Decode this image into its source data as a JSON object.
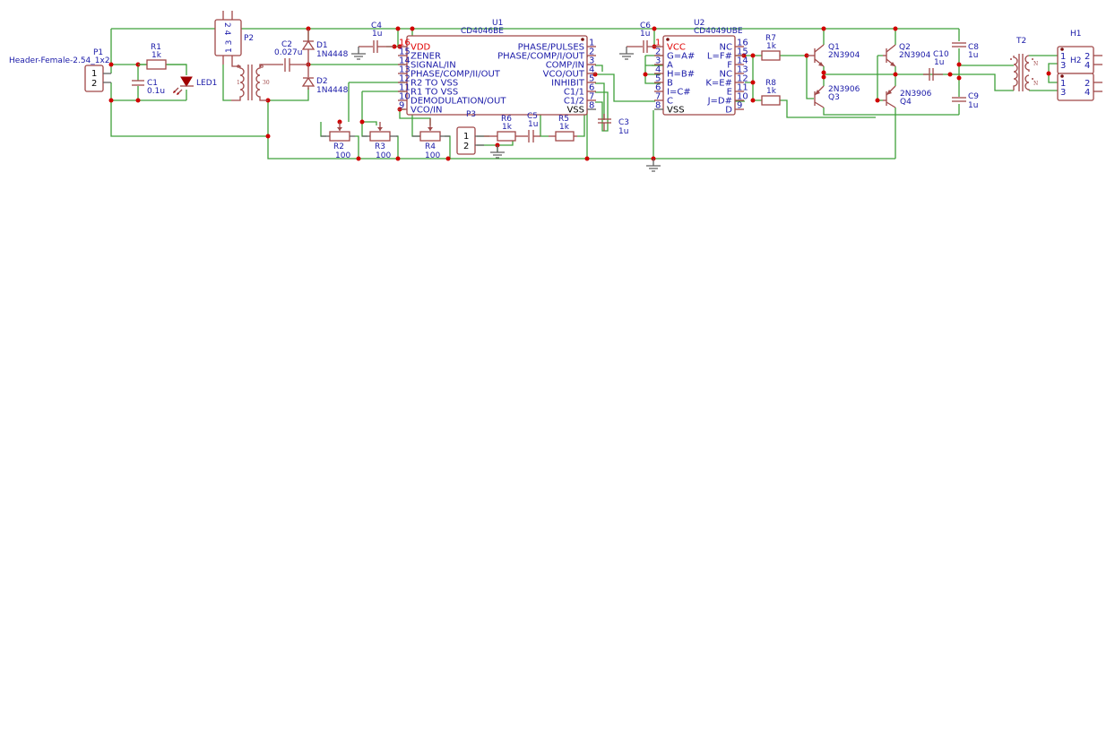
{
  "colors": {
    "wire": "#3fa03a",
    "symbol": "#a04848",
    "junction": "#d00000",
    "label": "#1a1aa8",
    "power_pin": "#e00000"
  },
  "components": {
    "P1": {
      "ref": "P1",
      "value": "Header-Female-2.54_1x2",
      "pins": [
        "1",
        "2"
      ]
    },
    "P2": {
      "ref": "P2",
      "pins_top": "2 4",
      "pins_bottom": "1 3"
    },
    "P3": {
      "ref": "P3",
      "pins": [
        "1",
        "2"
      ]
    },
    "R1": {
      "ref": "R1",
      "value": "1k"
    },
    "C1": {
      "ref": "C1",
      "value": "0.1u"
    },
    "LED1": {
      "ref": "LED1"
    },
    "T1": {
      "primary": "1",
      "secondary": "30"
    },
    "C2": {
      "ref": "C2",
      "value": "0.027u"
    },
    "D1": {
      "ref": "D1",
      "value": "1N4448"
    },
    "D2": {
      "ref": "D2",
      "value": "1N4448"
    },
    "C4": {
      "ref": "C4",
      "value": "1u"
    },
    "R2": {
      "ref": "R2",
      "value": "100"
    },
    "R3": {
      "ref": "R3",
      "value": "100"
    },
    "R4": {
      "ref": "R4",
      "value": "100"
    },
    "R5": {
      "ref": "R5",
      "value": "1k"
    },
    "R6": {
      "ref": "R6",
      "value": "1k"
    },
    "C5": {
      "ref": "C5",
      "value": "1u"
    },
    "C3": {
      "ref": "C3",
      "value": "1u"
    },
    "C6": {
      "ref": "C6",
      "value": "1u"
    },
    "R7": {
      "ref": "R7",
      "value": "1k"
    },
    "R8": {
      "ref": "R8",
      "value": "1k"
    },
    "Q1": {
      "ref": "Q1",
      "value": "2N3904"
    },
    "Q2": {
      "ref": "Q2",
      "value": "2N3904"
    },
    "Q3": {
      "ref": "Q3",
      "value": "2N3906"
    },
    "Q4": {
      "ref": "Q4",
      "value": "2N3906"
    },
    "C8": {
      "ref": "C8",
      "value": "1u"
    },
    "C9": {
      "ref": "C9",
      "value": "1u"
    },
    "C10": {
      "ref": "C10",
      "value": "1u"
    },
    "T2": {
      "ref": "T2",
      "winding": "N"
    },
    "H1": {
      "ref": "H1",
      "ref2": "H2",
      "pins": [
        "1",
        "3",
        "2",
        "4"
      ]
    }
  },
  "U1": {
    "ref": "U1",
    "value": "CD4046BE",
    "left": [
      {
        "num": "16",
        "name": "VDD",
        "power": true
      },
      {
        "num": "15",
        "name": "ZENER"
      },
      {
        "num": "14",
        "name": "SIGNAL/IN"
      },
      {
        "num": "13",
        "name": "PHASE/COMP/II/OUT"
      },
      {
        "num": "12",
        "name": "R2 TO VSS"
      },
      {
        "num": "11",
        "name": "R1 TO VSS"
      },
      {
        "num": "10",
        "name": "DEMODULATION/OUT"
      },
      {
        "num": "9",
        "name": "VCO/IN"
      }
    ],
    "right": [
      {
        "num": "1",
        "name": "PHASE/PULSES"
      },
      {
        "num": "2",
        "name": "PHASE/COMP/I/OUT"
      },
      {
        "num": "3",
        "name": "COMP/IN"
      },
      {
        "num": "4",
        "name": "VCO/OUT"
      },
      {
        "num": "5",
        "name": "INHIBIT"
      },
      {
        "num": "6",
        "name": "C1/1"
      },
      {
        "num": "7",
        "name": "C1/2"
      },
      {
        "num": "8",
        "name": "VSS",
        "ground": true
      }
    ]
  },
  "U2": {
    "ref": "U2",
    "value": "CD4049UBE",
    "left": [
      {
        "num": "1",
        "name": "VCC",
        "power": true
      },
      {
        "num": "2",
        "name": "G=A#"
      },
      {
        "num": "3",
        "name": "A"
      },
      {
        "num": "4",
        "name": "H=B#"
      },
      {
        "num": "5",
        "name": "B"
      },
      {
        "num": "6",
        "name": "I=C#"
      },
      {
        "num": "7",
        "name": "C"
      },
      {
        "num": "8",
        "name": "VSS",
        "ground": true
      }
    ],
    "right": [
      {
        "num": "16",
        "name": "NC"
      },
      {
        "num": "15",
        "name": "L=F#"
      },
      {
        "num": "14",
        "name": "F"
      },
      {
        "num": "13",
        "name": "NC"
      },
      {
        "num": "12",
        "name": "K=E#"
      },
      {
        "num": "11",
        "name": "E"
      },
      {
        "num": "10",
        "name": "J=D#"
      },
      {
        "num": "9",
        "name": "D"
      }
    ]
  }
}
